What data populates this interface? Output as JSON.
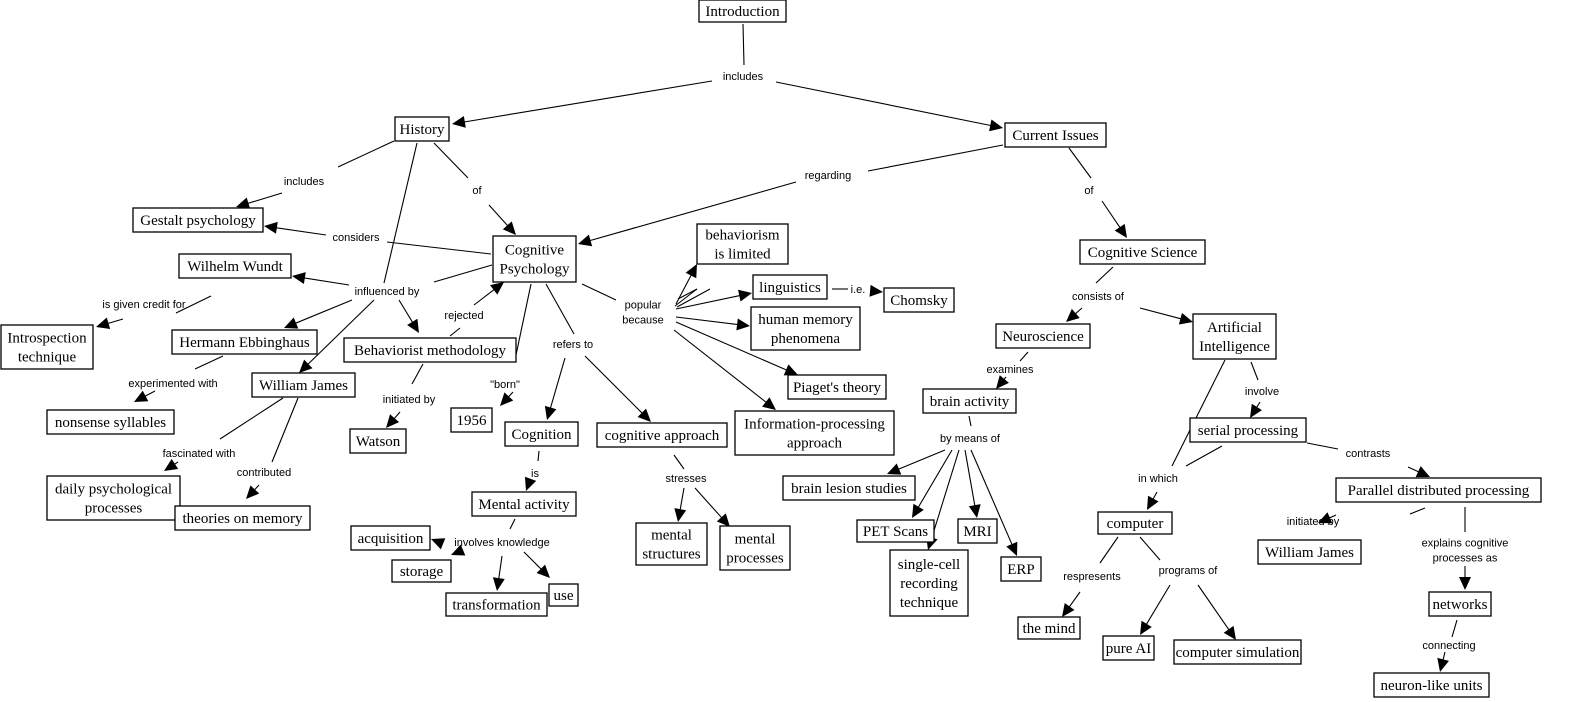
{
  "title": "Cognitive Psychology Concept Map",
  "nodes": [
    {
      "id": "introduction",
      "label": [
        "Introduction"
      ]
    },
    {
      "id": "history",
      "label": [
        "History"
      ]
    },
    {
      "id": "current-issues",
      "label": [
        "Current Issues"
      ]
    },
    {
      "id": "gestalt",
      "label": [
        "Gestalt psychology"
      ]
    },
    {
      "id": "cognitive-psychology",
      "label": [
        "Cognitive",
        "Psychology"
      ]
    },
    {
      "id": "wundt",
      "label": [
        "Wilhelm Wundt"
      ]
    },
    {
      "id": "introspection",
      "label": [
        "Introspection",
        "technique"
      ]
    },
    {
      "id": "ebbinghaus",
      "label": [
        "Hermann Ebbinghaus"
      ]
    },
    {
      "id": "behaviorist-methodology",
      "label": [
        "Behaviorist methodology"
      ]
    },
    {
      "id": "william-james-1",
      "label": [
        "William James"
      ]
    },
    {
      "id": "nonsense",
      "label": [
        "nonsense syllables"
      ]
    },
    {
      "id": "watson",
      "label": [
        "Watson"
      ]
    },
    {
      "id": "year-1956",
      "label": [
        "1956"
      ]
    },
    {
      "id": "daily",
      "label": [
        "daily psychological",
        "processes"
      ]
    },
    {
      "id": "theories-memory",
      "label": [
        "theories on memory"
      ]
    },
    {
      "id": "cognition",
      "label": [
        "Cognition"
      ]
    },
    {
      "id": "cognitive-approach",
      "label": [
        "cognitive approach"
      ]
    },
    {
      "id": "mental-activity",
      "label": [
        "Mental activity"
      ]
    },
    {
      "id": "acquisition",
      "label": [
        "acquisition"
      ]
    },
    {
      "id": "storage",
      "label": [
        "storage"
      ]
    },
    {
      "id": "transformation",
      "label": [
        "transformation"
      ]
    },
    {
      "id": "use",
      "label": [
        "use"
      ]
    },
    {
      "id": "mental-structures",
      "label": [
        "mental",
        "structures"
      ]
    },
    {
      "id": "mental-processes",
      "label": [
        "mental",
        "processes"
      ]
    },
    {
      "id": "behaviorism-limited",
      "label": [
        "behaviorism",
        "is limited"
      ]
    },
    {
      "id": "linguistics",
      "label": [
        "linguistics"
      ]
    },
    {
      "id": "chomsky",
      "label": [
        "Chomsky"
      ]
    },
    {
      "id": "human-memory",
      "label": [
        "human memory",
        "phenomena"
      ]
    },
    {
      "id": "piaget",
      "label": [
        "Piaget's theory"
      ]
    },
    {
      "id": "info-processing",
      "label": [
        "Information-processing",
        "approach"
      ]
    },
    {
      "id": "cognitive-science",
      "label": [
        "Cognitive Science"
      ]
    },
    {
      "id": "neuroscience",
      "label": [
        "Neuroscience"
      ]
    },
    {
      "id": "ai",
      "label": [
        "Artificial",
        "Intelligence"
      ]
    },
    {
      "id": "brain-activity",
      "label": [
        "brain activity"
      ]
    },
    {
      "id": "brain-lesion",
      "label": [
        "brain lesion studies"
      ]
    },
    {
      "id": "pet",
      "label": [
        "PET Scans"
      ]
    },
    {
      "id": "mri",
      "label": [
        "MRI"
      ]
    },
    {
      "id": "erp",
      "label": [
        "ERP"
      ]
    },
    {
      "id": "single-cell",
      "label": [
        "single-cell",
        "recording",
        "technique"
      ]
    },
    {
      "id": "serial",
      "label": [
        "serial processing"
      ]
    },
    {
      "id": "pdp",
      "label": [
        "Parallel distributed processing"
      ]
    },
    {
      "id": "computer",
      "label": [
        "computer"
      ]
    },
    {
      "id": "the-mind",
      "label": [
        "the mind"
      ]
    },
    {
      "id": "pure-ai",
      "label": [
        "pure AI"
      ]
    },
    {
      "id": "computer-simulation",
      "label": [
        "computer simulation"
      ]
    },
    {
      "id": "william-james-2",
      "label": [
        "William James"
      ]
    },
    {
      "id": "networks",
      "label": [
        "networks"
      ]
    },
    {
      "id": "neuron-like",
      "label": [
        "neuron-like units"
      ]
    }
  ],
  "links": [
    {
      "id": "intro-includes",
      "label": [
        "includes"
      ]
    },
    {
      "id": "history-includes",
      "label": [
        "includes"
      ]
    },
    {
      "id": "history-of",
      "label": [
        "of"
      ]
    },
    {
      "id": "considers",
      "label": [
        "considers"
      ]
    },
    {
      "id": "influenced-by",
      "label": [
        "influenced by"
      ]
    },
    {
      "id": "given-credit",
      "label": [
        "is given credit for"
      ]
    },
    {
      "id": "experimented",
      "label": [
        "experimented with"
      ]
    },
    {
      "id": "rejected",
      "label": [
        "rejected"
      ]
    },
    {
      "id": "initiated-watson",
      "label": [
        "initiated by"
      ]
    },
    {
      "id": "born",
      "label": [
        "\"born\""
      ]
    },
    {
      "id": "fascinated",
      "label": [
        "fascinated with"
      ]
    },
    {
      "id": "contributed",
      "label": [
        "contributed"
      ]
    },
    {
      "id": "refers-to",
      "label": [
        "refers to"
      ]
    },
    {
      "id": "is",
      "label": [
        "is"
      ]
    },
    {
      "id": "involves",
      "label": [
        "involves knowledge"
      ]
    },
    {
      "id": "stresses",
      "label": [
        "stresses"
      ]
    },
    {
      "id": "popular",
      "label": [
        "popular",
        "because"
      ]
    },
    {
      "id": "ie",
      "label": [
        "i.e."
      ]
    },
    {
      "id": "regarding",
      "label": [
        "regarding"
      ]
    },
    {
      "id": "ci-of",
      "label": [
        "of"
      ]
    },
    {
      "id": "consists",
      "label": [
        "consists of"
      ]
    },
    {
      "id": "examines",
      "label": [
        "examines"
      ]
    },
    {
      "id": "by-means",
      "label": [
        "by means of"
      ]
    },
    {
      "id": "involve",
      "label": [
        "involve"
      ]
    },
    {
      "id": "in-which",
      "label": [
        "in which"
      ]
    },
    {
      "id": "contrasts",
      "label": [
        "contrasts"
      ]
    },
    {
      "id": "initiated-james",
      "label": [
        "initiated by"
      ]
    },
    {
      "id": "explains",
      "label": [
        "explains cognitive",
        "processes as"
      ]
    },
    {
      "id": "respresents",
      "label": [
        "respresents"
      ]
    },
    {
      "id": "programs",
      "label": [
        "programs of"
      ]
    },
    {
      "id": "connecting",
      "label": [
        "connecting"
      ]
    }
  ]
}
